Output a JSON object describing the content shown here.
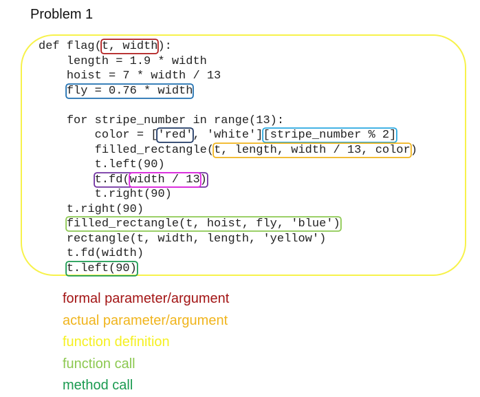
{
  "title": "Problem 1",
  "colors": {
    "formal": "#b01c1c",
    "actual": "#f0b41c",
    "definition": "#f7f24a",
    "function_call": "#8cc850",
    "method_call": "#1a9a50",
    "blue": "#1f6fb0",
    "navy": "#1f3864",
    "cyan": "#29a8e0",
    "purple": "#7030a0",
    "magenta": "#e020e0"
  },
  "code_lines": [
    {
      "indent": 0,
      "segs": [
        {
          "t": "def flag("
        },
        {
          "t": "t, width",
          "box": "formal"
        },
        {
          "t": "):"
        }
      ]
    },
    {
      "indent": 1,
      "segs": [
        {
          "t": "length = 1.9 * width"
        }
      ]
    },
    {
      "indent": 1,
      "segs": [
        {
          "t": "hoist = 7 * width / 13"
        }
      ]
    },
    {
      "indent": 1,
      "segs": [
        {
          "t": "fly = 0.76 * width",
          "box": "blue"
        }
      ]
    },
    {
      "indent": 0,
      "segs": [
        {
          "t": ""
        }
      ]
    },
    {
      "indent": 1,
      "segs": [
        {
          "t": "for stripe_number in range(13):"
        }
      ]
    },
    {
      "indent": 2,
      "segs": [
        {
          "t": "color = ["
        },
        {
          "t": "'red'",
          "box": "navy"
        },
        {
          "t": ", 'white']"
        },
        {
          "t": "[stripe_number % 2]",
          "box": "cyan"
        }
      ]
    },
    {
      "indent": 2,
      "segs": [
        {
          "t": "filled_rectangle("
        },
        {
          "t": "t, length, width / 13, color",
          "box": "actual"
        },
        {
          "t": ")"
        }
      ]
    },
    {
      "indent": 2,
      "segs": [
        {
          "t": "t.left(90)"
        }
      ]
    },
    {
      "indent": 2,
      "segs": [
        {
          "box": "purple",
          "children": [
            {
              "t": "t.fd("
            },
            {
              "t": "width / 13",
              "box": "magenta"
            },
            {
              "t": ")"
            }
          ]
        }
      ]
    },
    {
      "indent": 2,
      "segs": [
        {
          "t": "t.right(90)"
        }
      ]
    },
    {
      "indent": 1,
      "segs": [
        {
          "t": "t.right(90)"
        }
      ]
    },
    {
      "indent": 1,
      "segs": [
        {
          "t": "filled_rectangle(t, hoist, fly, 'blue')",
          "box": "function_call"
        }
      ]
    },
    {
      "indent": 1,
      "segs": [
        {
          "t": "rectangle(t, width, length, 'yellow')"
        }
      ]
    },
    {
      "indent": 1,
      "segs": [
        {
          "t": "t.fd(width)"
        }
      ]
    },
    {
      "indent": 1,
      "segs": [
        {
          "t": "t.left(90)",
          "box": "method_call"
        }
      ]
    }
  ],
  "legend": [
    {
      "label": "formal parameter/argument",
      "color": "#a31515"
    },
    {
      "label": "actual parameter/argument",
      "color": "#f0b41c"
    },
    {
      "label": "function definition",
      "color": "#f5f020"
    },
    {
      "label": "function call",
      "color": "#8cc850"
    },
    {
      "label": "method call",
      "color": "#1a9a50"
    }
  ]
}
